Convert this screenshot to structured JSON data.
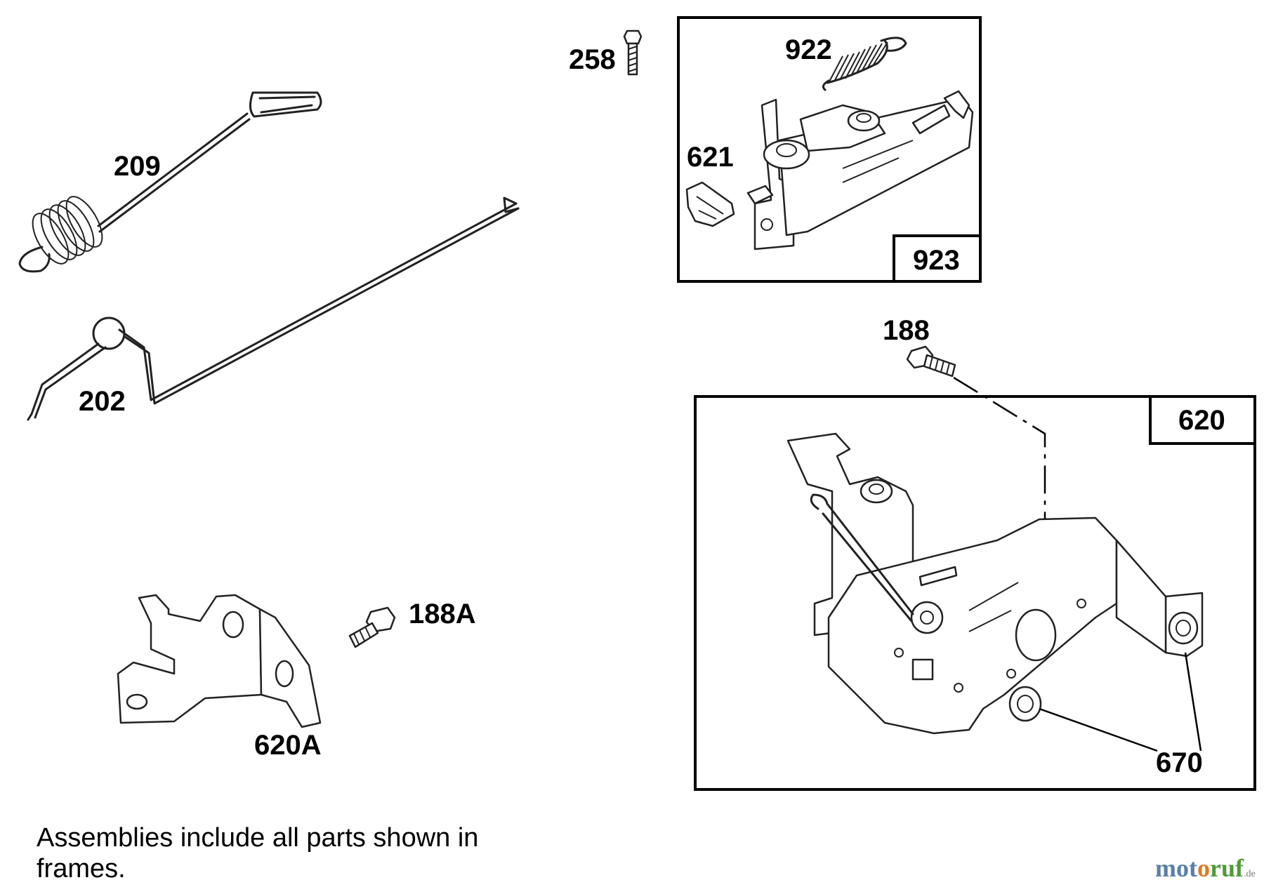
{
  "labels": {
    "p209": "209",
    "p202": "202",
    "p258": "258",
    "p922": "922",
    "p621": "621",
    "p923": "923",
    "p188": "188",
    "p620": "620",
    "p670": "670",
    "p188a": "188A",
    "p620a": "620A"
  },
  "note": "Assemblies include all parts shown in frames.",
  "watermark": {
    "part1": "mot",
    "part2": "o",
    "part3": "ruf",
    "suffix": ".de"
  }
}
